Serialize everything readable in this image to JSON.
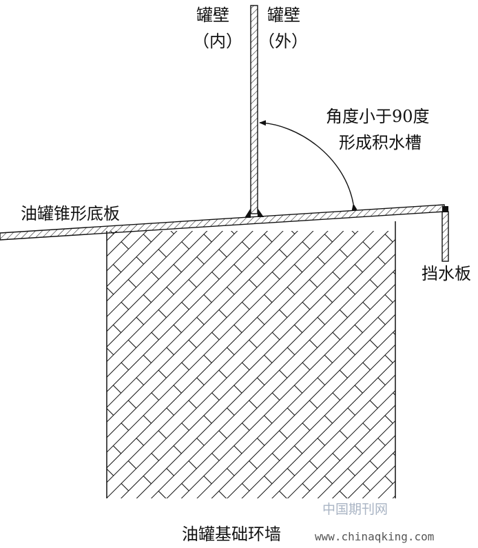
{
  "labels": {
    "wall_inner_line1": "罐壁",
    "wall_inner_line2": "（内）",
    "wall_outer_line1": "罐壁",
    "wall_outer_line2": "（外）",
    "angle_line1": "角度小于90度",
    "angle_line2": "形成积水槽",
    "bottom_plate": "油罐锥形底板",
    "water_baffle": "挡水板",
    "foundation": "油罐基础环墙"
  },
  "watermark": {
    "cn": "中国期刊网",
    "url": "www.chinaqking.com"
  },
  "colors": {
    "line": "#111111",
    "watermark_cn": "#a9b4c4",
    "watermark_url": "#555555"
  }
}
